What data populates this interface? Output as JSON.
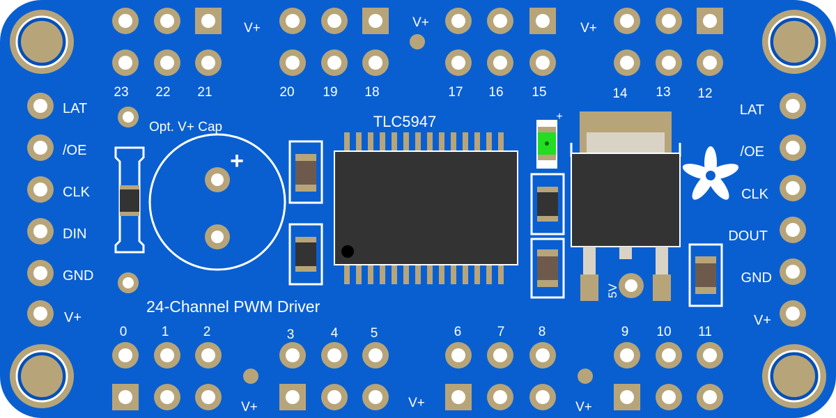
{
  "board": {
    "title": "24-Channel PWM Driver",
    "chip_label": "TLC5947",
    "cap_label": "Opt. V+ Cap",
    "cap_polarity": "+",
    "led_polarity": "+",
    "regulator_label": "5V",
    "colors": {
      "pcb": "#0a5fd0",
      "pcb_dark": "#0550b8",
      "pad": "#b7a579",
      "silk": "#ffffff",
      "chip": "#333333",
      "led": "#22dd22"
    }
  },
  "top_header": {
    "pin_numbers": [
      "23",
      "22",
      "21",
      "20",
      "19",
      "18",
      "17",
      "16",
      "15",
      "14",
      "13",
      "12"
    ],
    "vplus_label": "V+"
  },
  "bottom_header": {
    "pin_numbers": [
      "0",
      "1",
      "2",
      "3",
      "4",
      "5",
      "6",
      "7",
      "8",
      "9",
      "10",
      "11"
    ],
    "vplus_label": "V+"
  },
  "left_header": {
    "pins": [
      "LAT",
      "/OE",
      "CLK",
      "DIN",
      "GND",
      "V+"
    ]
  },
  "right_header": {
    "pins": [
      "LAT",
      "/OE",
      "CLK",
      "DOUT",
      "GND",
      "V+"
    ]
  }
}
